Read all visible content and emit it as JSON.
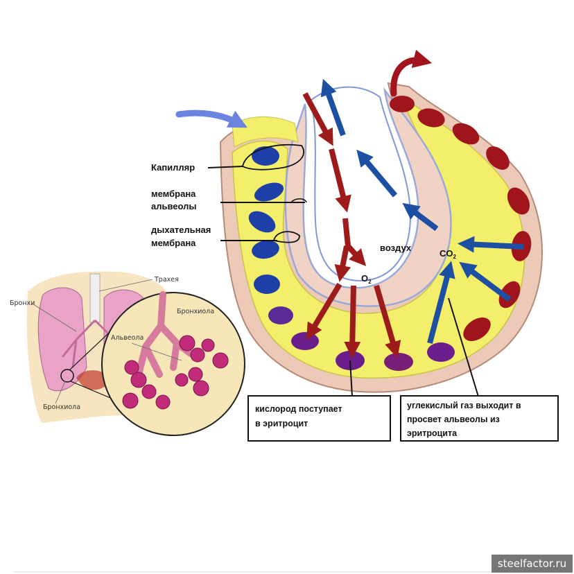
{
  "labels": {
    "capillary": "Капилляр",
    "alveolar_membrane_1": "мембрана",
    "alveolar_membrane_2": "альвеолы",
    "respiratory_membrane_1": "дыхательная",
    "respiratory_membrane_2": "мембрана",
    "air": "воздух",
    "o2": "O",
    "o2_sub": "2",
    "co2": "CO",
    "co2_sub": "2"
  },
  "inset": {
    "trachea": "Трахея",
    "bronchi": "Бронхи",
    "bronchiole_bottom": "Бронхиола",
    "bronchiole_zoom": "Бронхиола",
    "alveola": "Альвеола"
  },
  "boxes": {
    "oxygen": [
      "кислород поступает",
      "в эритроцит"
    ],
    "co2": [
      "углекислый газ выходит в",
      "просвет альвеолы из",
      "эритроцита"
    ]
  },
  "watermark": "steelfactor.ru",
  "colors": {
    "deoxygenated_blood": "#1f3fa8",
    "oxygenated_blood": "#a0141c",
    "co2_arrow": "#1d4fa3",
    "o2_arrow": "#9e1b1b",
    "plasma": "#f3ef6a"
  }
}
